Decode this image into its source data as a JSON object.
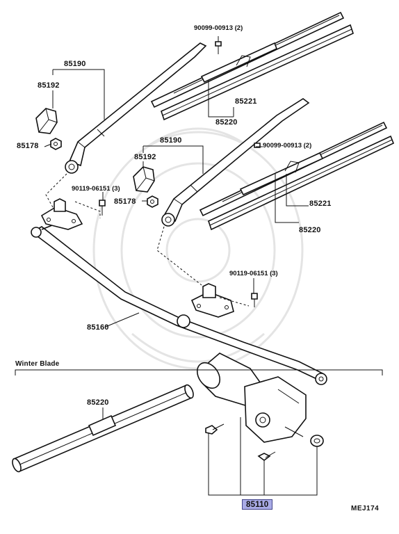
{
  "labels": {
    "screw_upper": "90099-00913 (2)",
    "arm_upper": "85190",
    "cap_upper": "85192",
    "nut_upper": "85178",
    "blade_upper": "85221",
    "refill_upper": "85220",
    "arm_lower": "85190",
    "screw_lower": "90099-00913 (2)",
    "cap_lower": "85192",
    "nut_lower": "85178",
    "bolt_left": "90119-06151 (3)",
    "blade_lower": "85221",
    "refill_lower": "85220",
    "bolt_right": "90119-06151 (3)",
    "link_rod": "85160",
    "winter_blade_title": "Winter Blade",
    "winter_refill": "85220",
    "motor": "85110"
  },
  "diagram_code": "MEJ174",
  "colors": {
    "highlight": "#a9abe6",
    "line": "#111111"
  }
}
